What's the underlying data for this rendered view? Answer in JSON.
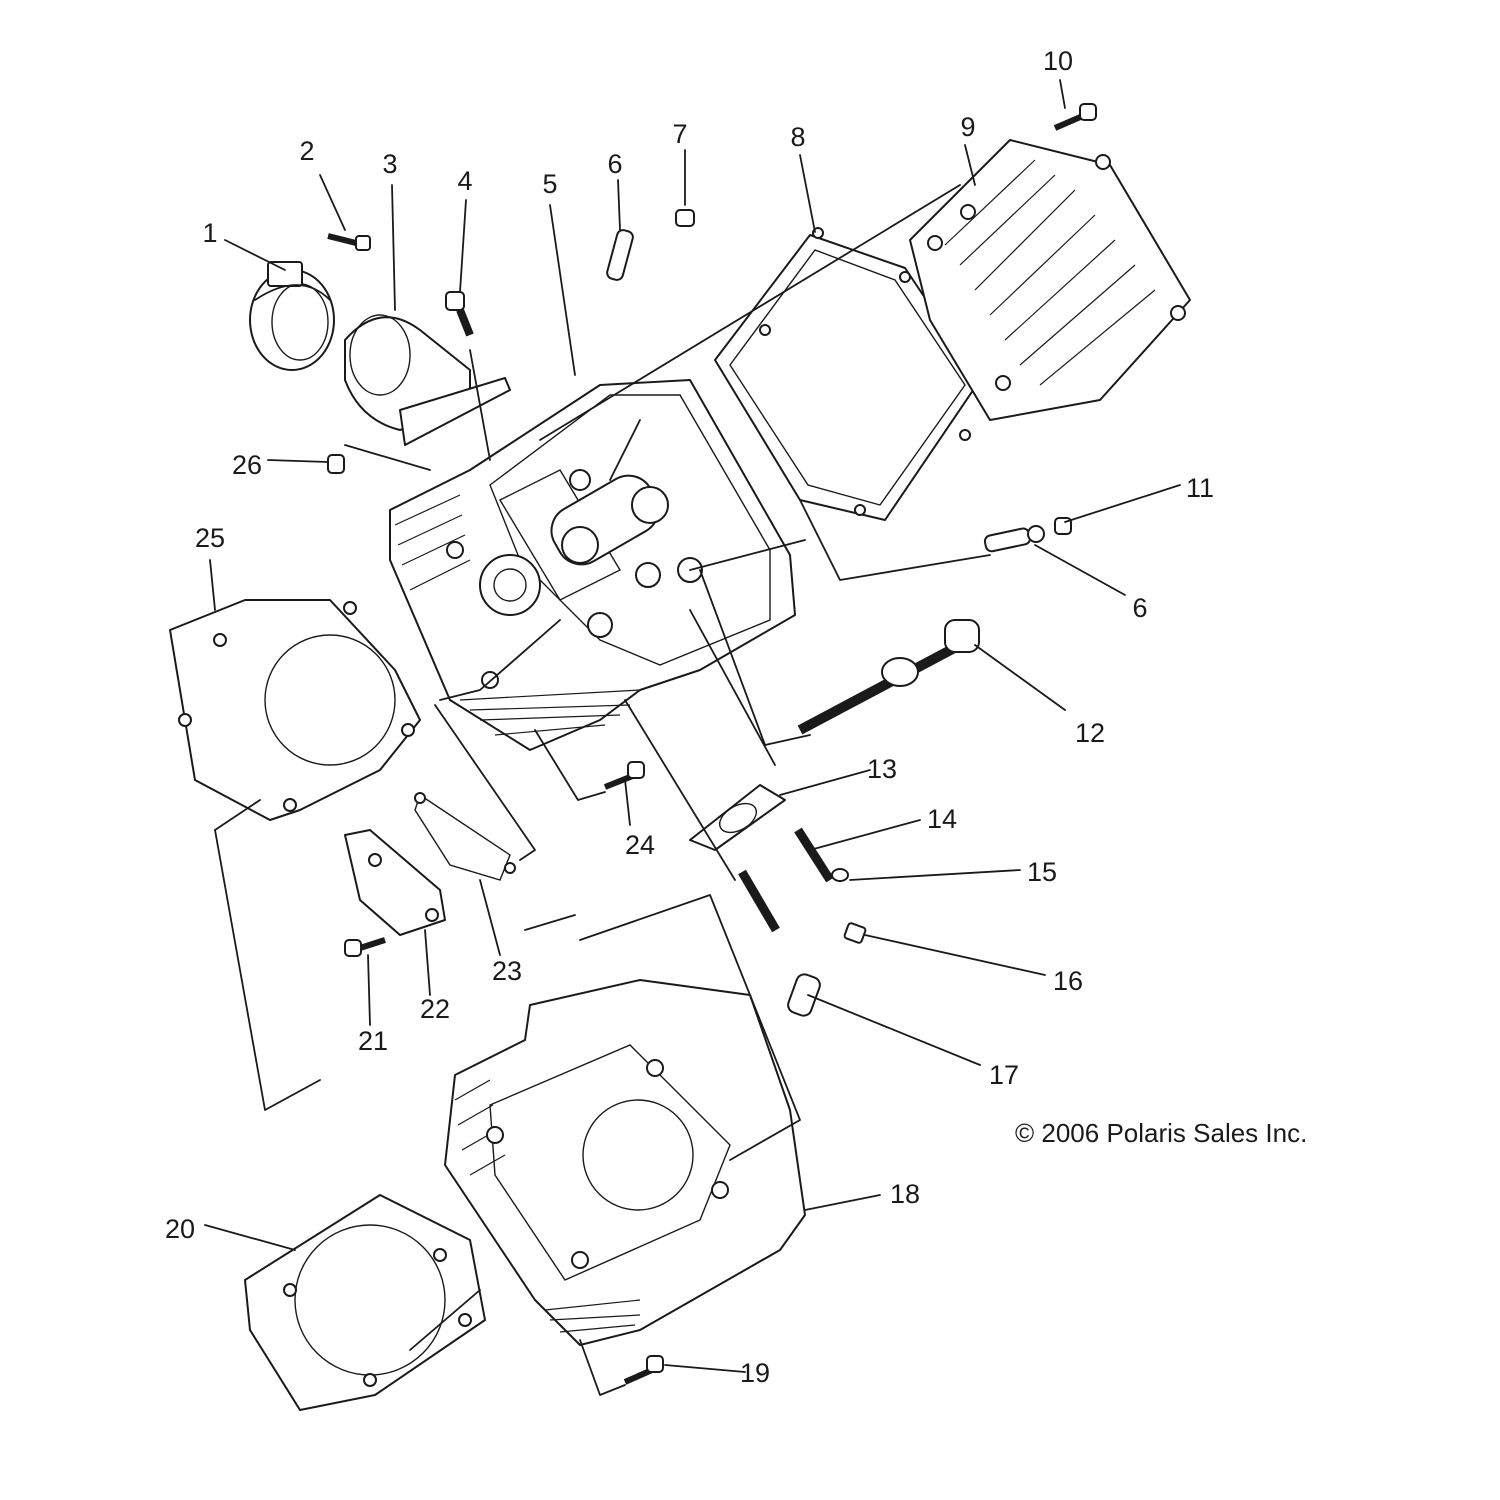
{
  "copyright": "© 2006 Polaris Sales Inc.",
  "callouts": [
    {
      "label": "1"
    },
    {
      "label": "2"
    },
    {
      "label": "3"
    },
    {
      "label": "4"
    },
    {
      "label": "5"
    },
    {
      "label": "6"
    },
    {
      "label": "7"
    },
    {
      "label": "8"
    },
    {
      "label": "9"
    },
    {
      "label": "10"
    },
    {
      "label": "11"
    },
    {
      "label": "6"
    },
    {
      "label": "12"
    },
    {
      "label": "13"
    },
    {
      "label": "14"
    },
    {
      "label": "15"
    },
    {
      "label": "16"
    },
    {
      "label": "17"
    },
    {
      "label": "18"
    },
    {
      "label": "19"
    },
    {
      "label": "20"
    },
    {
      "label": "21"
    },
    {
      "label": "22"
    },
    {
      "label": "23"
    },
    {
      "label": "24"
    },
    {
      "label": "25"
    },
    {
      "label": "26"
    }
  ]
}
